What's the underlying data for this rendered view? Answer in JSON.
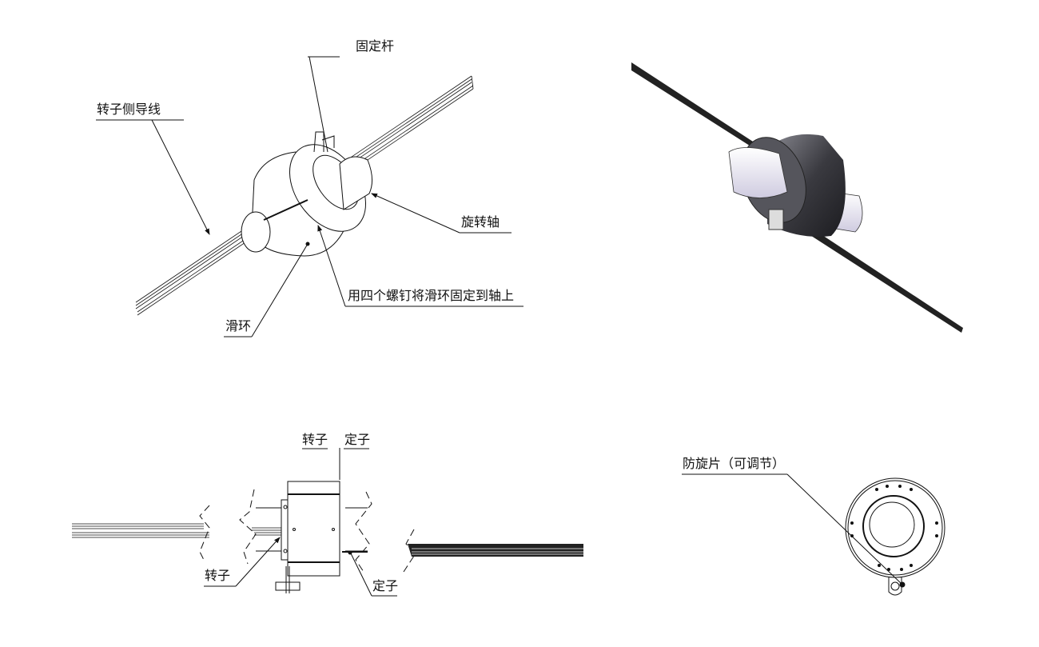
{
  "top_left_view": {
    "label_fixing_rod": "固定杆",
    "label_rotor_wire": "转子侧导线",
    "label_rotating_shaft": "旋转轴",
    "label_screw_note": "用四个螺钉将滑环固定到轴上",
    "label_slip_ring": "滑环"
  },
  "bottom_left_view": {
    "label_rotor_top": "转子",
    "label_stator_top": "定子",
    "label_rotor_bottom": "转子",
    "label_stator_bottom": "定子"
  },
  "bottom_right_view": {
    "label_anti_rotation": "防旋片（可调节）"
  },
  "colors": {
    "line": "#111111",
    "shade_dark": "#3a3a40",
    "shade_light": "#e6e4ee"
  }
}
